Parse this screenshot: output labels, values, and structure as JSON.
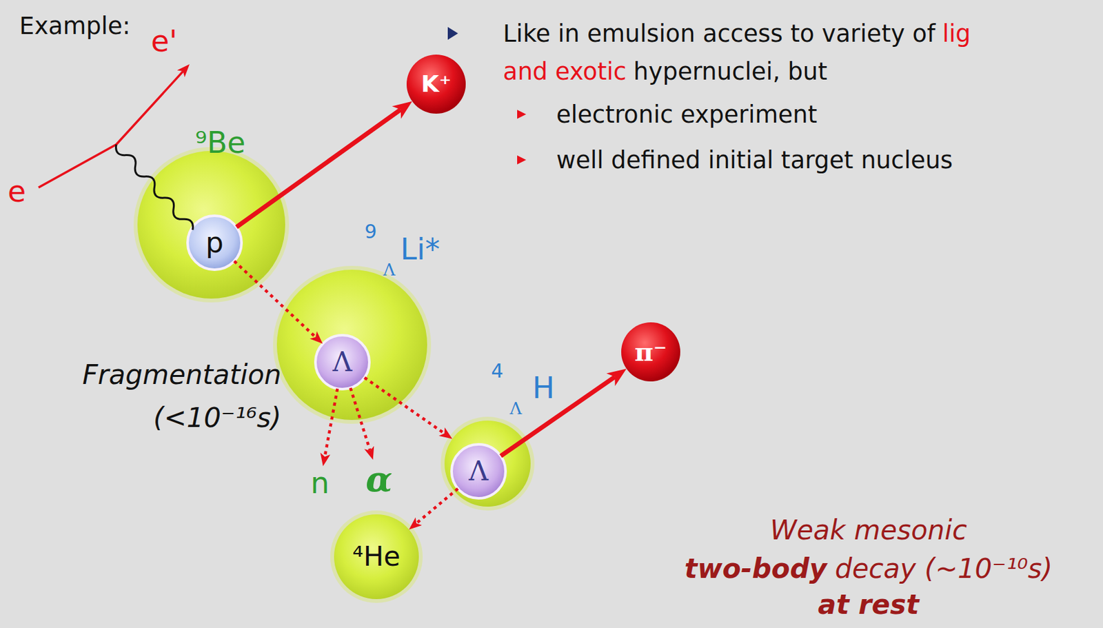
{
  "diagram": {
    "nodes": [
      {
        "text": [
          "⁹Be"
        ]
      },
      {
        "text": [
          "p"
        ],
        "in": 0
      },
      {
        "text": [
          "K⁺"
        ]
      },
      {
        "text": [
          "9",
          "Λ",
          "Li*"
        ]
      },
      {
        "text": [
          "Λ"
        ],
        "in": 3
      },
      {
        "text": [
          "4",
          "Λ",
          "H"
        ]
      },
      {
        "text": [
          "Λ"
        ],
        "in": 5
      },
      {
        "text": [
          "π⁻"
        ]
      },
      {
        "text": [
          "n"
        ]
      },
      {
        "text": [
          "α"
        ]
      },
      {
        "text": [
          "⁴He"
        ]
      }
    ],
    "edges": [
      {
        "from": 1,
        "to": 2,
        "arrow": "to"
      },
      {
        "from": 1,
        "to": 4,
        "arrow": "to"
      },
      {
        "from": 4,
        "to": 8,
        "arrow": "to"
      },
      {
        "from": 4,
        "to": 9,
        "arrow": "to"
      },
      {
        "from": 4,
        "to": 5,
        "arrow": "to"
      },
      {
        "from": 6,
        "to": 7,
        "arrow": "to"
      },
      {
        "from": 6,
        "to": 10,
        "arrow": "to"
      }
    ],
    "labels": [
      "Example:",
      "e'",
      "e",
      "Like in emulsion access to variety of",
      "lig",
      "and exotic",
      "hypernuclei, but",
      "electronic experiment",
      "well defined initial target nucleus",
      "Fragmentation",
      "(<10⁻¹⁶s)",
      "Weak mesonic",
      "two-body",
      "decay (~10⁻¹⁰s)",
      "at rest"
    ]
  }
}
